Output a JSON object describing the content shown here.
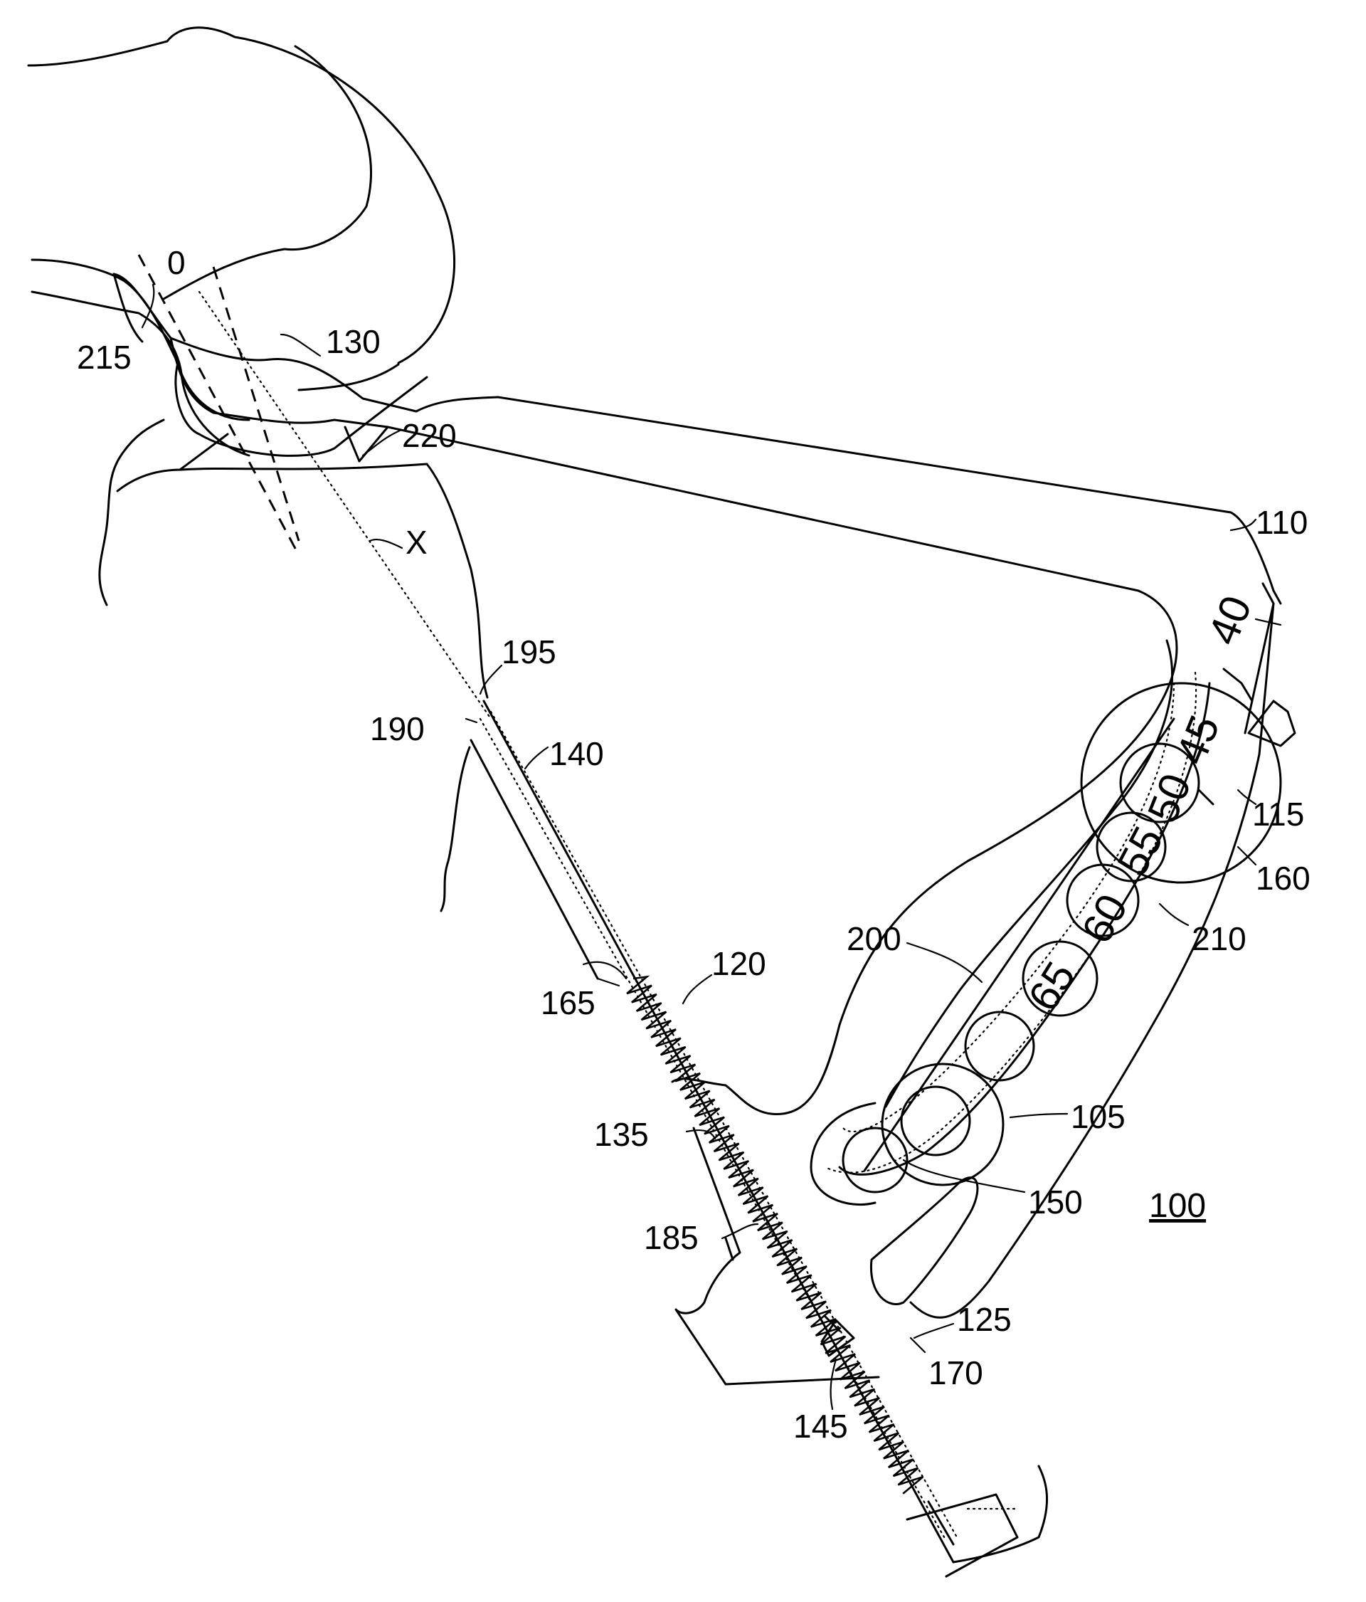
{
  "figure": {
    "number": "100"
  },
  "reference_labels": {
    "l0": "0",
    "l215": "215",
    "l130": "130",
    "l220": "220",
    "lX": "X",
    "l110": "110",
    "l40": "40",
    "l195": "195",
    "l190": "190",
    "l140": "140",
    "l115": "115",
    "l160": "160",
    "l210": "210",
    "l200": "200",
    "l165": "165",
    "l120": "120",
    "l105": "105",
    "l135": "135",
    "l150": "150",
    "l185": "185",
    "l125": "125",
    "l170": "170",
    "l145": "145"
  },
  "scale_marks": [
    "45",
    "50",
    "55",
    "60",
    "65"
  ]
}
